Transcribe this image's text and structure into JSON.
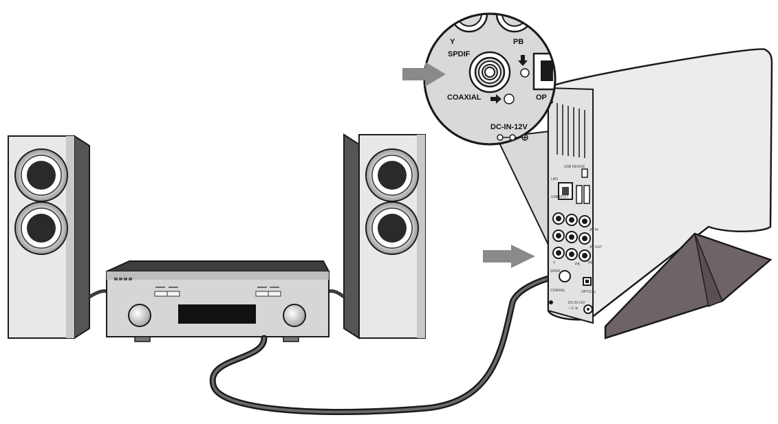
{
  "diagram": {
    "callout_labels": {
      "y": "Y",
      "pb": "PB",
      "spdif": "SPDIF",
      "coaxial": "COAXIAL",
      "optical_partial": "OP",
      "dc_in": "DC-IN-12V"
    },
    "device_labels": {
      "usb_device": "USB DEVICE",
      "lan": "LAN",
      "usb_host": "USB HOST",
      "spdif": "SPDIF",
      "coaxial": "COAXIAL",
      "optical": "OPTICAL",
      "dc_in": "DC-IN-12V",
      "pb": "PB",
      "pr": "PR",
      "y": "Y",
      "av_in": "AV IN",
      "av_out": "AV OUT"
    },
    "colors": {
      "outline": "#1a1a1a",
      "device_body": "#ececec",
      "device_side": "#d8d8d8",
      "stand": "#6e6466",
      "arrow": "#8a8a8a",
      "cable": "#3a3a3a",
      "speaker_front": "#e8e8e8",
      "speaker_side": "#555555",
      "amplifier_front": "#d4d4d4",
      "display": "#111111"
    }
  }
}
